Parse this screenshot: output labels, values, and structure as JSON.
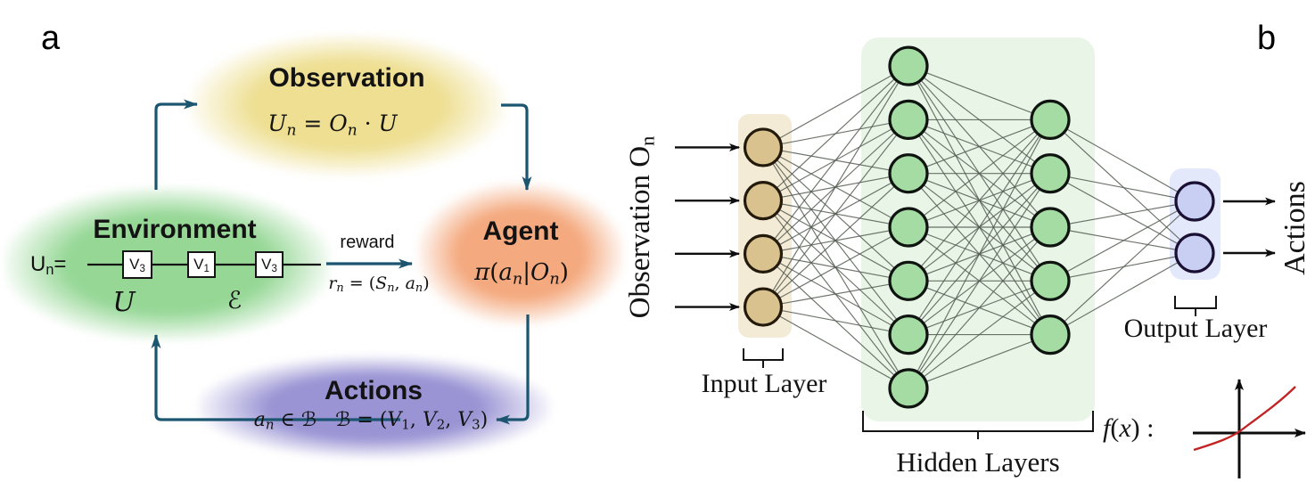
{
  "colors": {
    "loop_arrow": "#1c5570",
    "observation_glow": "#eedf92",
    "environment_glow": "#96d796",
    "agent_glow": "#f4a97e",
    "actions_glow": "#9a94d4",
    "input_neuron_fill": "#d9c28d",
    "hidden_neuron_fill": "#a5dca3",
    "output_neuron_fill": "#c9cff2",
    "connection_line": "#525a50",
    "activation_curve": "#c32323"
  },
  "panel_a": {
    "label": "a",
    "observation": {
      "title": "Observation",
      "formula_html": "<i>U<sub>n</sub></i> = <i>O<sub>n</sub></i> · <span class='scr-u'>U</span>"
    },
    "environment": {
      "title": "Environment",
      "state_prefix_html": "U<sub>n</sub>=",
      "chain_boxes": [
        "V<sub>3</sub>",
        "V<sub>1</sub>",
        "V<sub>3</sub>"
      ],
      "unitary_symbol_html": "<span class='scr-u'>U</span>",
      "channel_symbol_html": "<span class='scr'>ℰ</span>"
    },
    "reward": {
      "label": "reward",
      "formula_html": "<i>r<sub>n</sub></i> = (<i>S<sub>n</sub></i>, <i>a<sub>n</sub></i>)"
    },
    "agent": {
      "title": "Agent",
      "formula_html": "<i>π</i>(<i>a<sub>n</sub></i>|<i>O<sub>n</sub></i>)"
    },
    "actions": {
      "title": "Actions",
      "formula_html": "<i>a<sub>n</sub></i> ∈ <span class='scr'>ℬ</span> &nbsp;&nbsp;<span class='scr'>ℬ</span> = (<i>V</i><sub>1</sub>, <i>V</i><sub>2</sub>, <i>V</i><sub>3</sub>)"
    }
  },
  "panel_b": {
    "label": "b",
    "input_annotation_html": "Observation O<sub>n</sub>",
    "output_annotation": "Actions",
    "layer_captions": {
      "input": "Input Layer",
      "hidden": "Hidden Layers",
      "output": "Output Layer"
    },
    "activation_label_html": "<i>f</i>(<i>x</i>) :",
    "network": {
      "layers": [
        {
          "name": "input",
          "count": 4,
          "fill": "#d9c28d",
          "stroke": "#241a0c"
        },
        {
          "name": "hidden-1",
          "count": 7,
          "fill": "#a5dca3",
          "stroke": "#101410"
        },
        {
          "name": "hidden-2",
          "count": 5,
          "fill": "#a5dca3",
          "stroke": "#101410"
        },
        {
          "name": "output",
          "count": 2,
          "fill": "#c9cff2",
          "stroke": "#1a1034"
        }
      ],
      "input_arrow_count": 4,
      "output_arrow_count": 2
    }
  }
}
